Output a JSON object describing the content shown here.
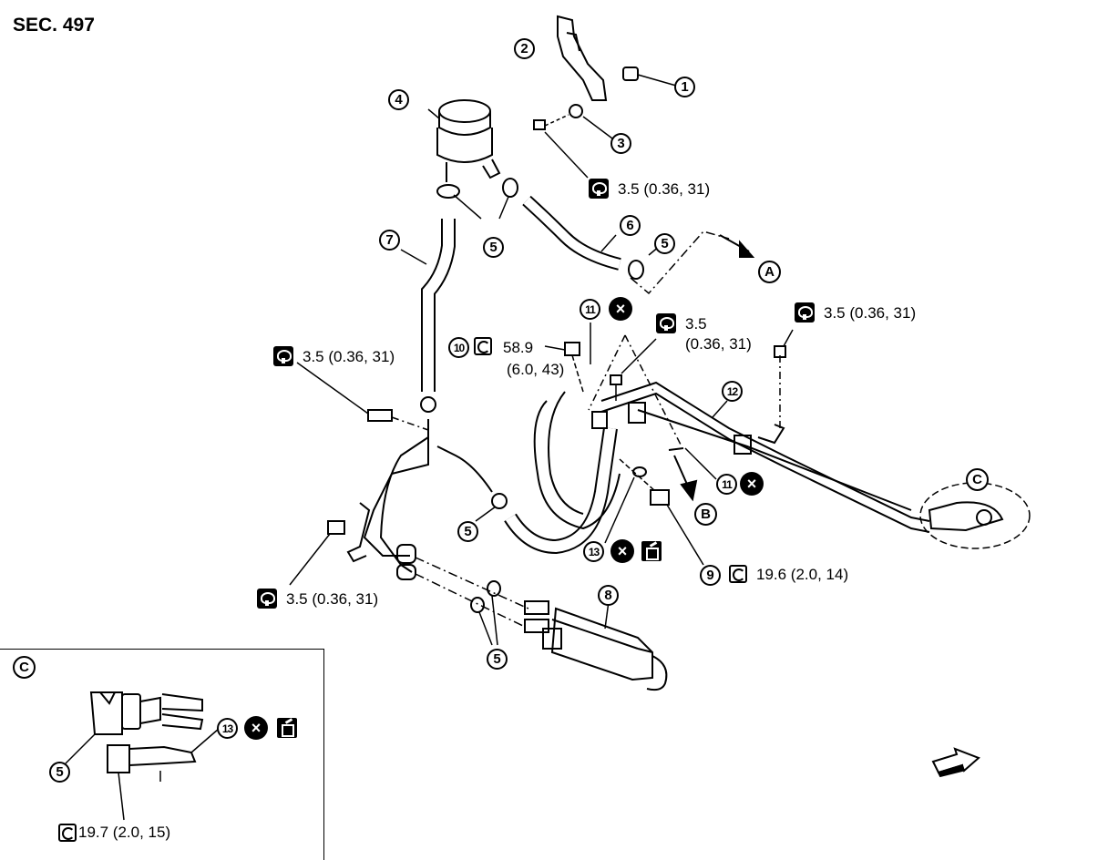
{
  "section": "SEC. 497",
  "callouts": {
    "c1": "1",
    "c2": "2",
    "c3": "3",
    "c4": "4",
    "c5a": "5",
    "c5b": "5",
    "c5c": "5",
    "c5d": "5",
    "c5inset": "5",
    "c6": "6",
    "c7": "7",
    "c8": "8",
    "c9": "9",
    "c10": "10",
    "c11a": "11",
    "c11b": "11",
    "c12": "12",
    "c13a": "13",
    "c13inset": "13"
  },
  "refs": {
    "a": "A",
    "b": "B",
    "c_main": "C",
    "c_inset": "C"
  },
  "torques": {
    "t1": "3.5 (0.36, 31)",
    "t2_line1": "3.5",
    "t2_line2": "(0.36, 31)",
    "t3": "3.5 (0.36, 31)",
    "t4": "3.5 (0.36, 31)",
    "t5": "3.5 (0.36, 31)",
    "t10_line1": "58.9",
    "t10_line2": "(6.0, 43)",
    "t9": "19.6 (2.0, 14)",
    "t_inset": "19.7 (2.0, 15)"
  },
  "symbols": {
    "no_reuse": "×",
    "torque_icon": "torque-wrench-icon",
    "fluid_icon": "fluid-apply-icon"
  }
}
